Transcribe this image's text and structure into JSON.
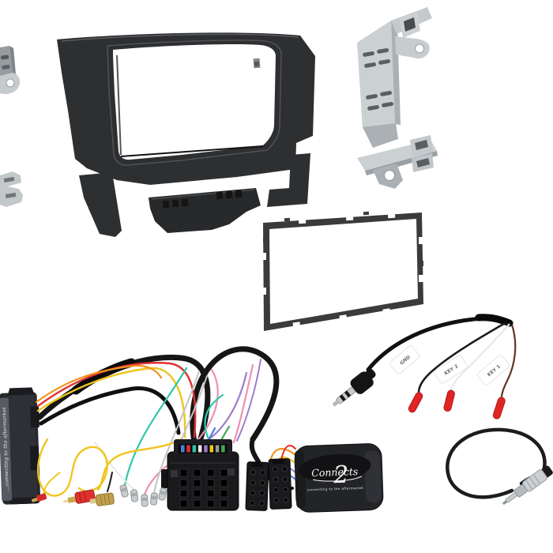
{
  "page": {
    "background": "#ffffff"
  },
  "parts": {
    "fascia": "double-DIN fascia panel",
    "mounting_bracket": "metal mounting bracket",
    "bracket_left_top": "side bracket (partial, left edge)",
    "bracket_left_bottom": "side clip bracket (partial, left edge)",
    "din_frame": "double-DIN trim cage frame",
    "interface_box": "wiring interface box",
    "quadlock": "quadlock connector",
    "iso_connectors": "ISO connector blocks",
    "swc_interface": "steering wheel control interface",
    "patch_lead": "SWC patch lead with jack",
    "antenna": "antenna adapter lead"
  },
  "texts": {
    "box_side_text": "...connecting to the aftermarket",
    "swc_logo_script": "Connects",
    "swc_logo_numeral": "2",
    "swc_tagline": "connecting to the aftermarket",
    "label_gnd": "GND",
    "label_key2": "KEY 2",
    "label_key1": "KEY 1"
  },
  "colors": {
    "fascia": "#2e2f31",
    "fascia_highlight": "#55575c",
    "metal_light": "#cbd0d3",
    "metal_mid": "#aab0b4",
    "metal_slot": "#5a5f62",
    "din_frame": "#3a3b3d",
    "harness_box": "#2e3036",
    "box_side_panel": "#565a63",
    "cable_black": "#161616",
    "connector_black": "#1a1a1d",
    "wire_red": "#e03030",
    "wire_yellow": "#f0c41e",
    "wire_orange": "#f0921e",
    "wire_pink": "#ef8fb0",
    "wire_teal": "#2fc7a6",
    "wire_purple": "#9b7dc8",
    "wire_blue": "#4a7fd4",
    "wire_green": "#43a84d",
    "wire_gray": "#c4c4c4",
    "wire_white": "#e8e8e8",
    "wire_brown": "#63351f",
    "wire_black": "#1c1c1c",
    "bullet_red": "#e02424",
    "rca_red": "#e0312f",
    "rca_gold": "#c2a04e",
    "terminal_silver": "#c9ccce",
    "label_flag": "#ffffff",
    "swc_body": "#232427"
  }
}
